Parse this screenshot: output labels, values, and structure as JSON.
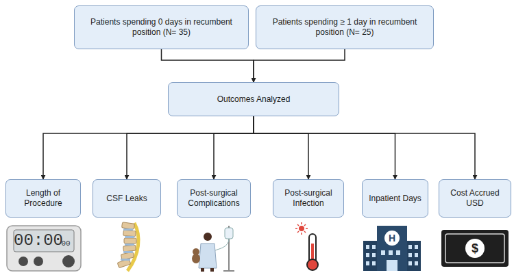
{
  "diagram": {
    "nodes": [
      {
        "text": [
          "Patients spending 0 days in recumbent position (N= 35)"
        ]
      },
      {
        "text": [
          "Patients spending ≥ 1 day in recumbent position (N= 25)"
        ]
      },
      {
        "text": [
          "Outcomes Analyzed"
        ]
      },
      {
        "text": [
          "Length of Procedure"
        ]
      },
      {
        "text": [
          "CSF Leaks"
        ]
      },
      {
        "text": [
          "Post-surgical Complications"
        ]
      },
      {
        "text": [
          "Post-surgical Infection"
        ]
      },
      {
        "text": [
          "Inpatient Days"
        ]
      },
      {
        "text": [
          "Cost Accrued USD"
        ]
      }
    ],
    "edges": [
      {
        "from": 0,
        "to": 2,
        "arrow": "to"
      },
      {
        "from": 1,
        "to": 2,
        "arrow": "to"
      },
      {
        "from": 2,
        "to": 3,
        "arrow": "to"
      },
      {
        "from": 2,
        "to": 4,
        "arrow": "to"
      },
      {
        "from": 2,
        "to": 5,
        "arrow": "to"
      },
      {
        "from": 2,
        "to": 6,
        "arrow": "to"
      },
      {
        "from": 2,
        "to": 7,
        "arrow": "to"
      },
      {
        "from": 2,
        "to": 8,
        "arrow": "to"
      }
    ],
    "labels": [
      "00:00",
      "00",
      "H",
      "$"
    ]
  }
}
